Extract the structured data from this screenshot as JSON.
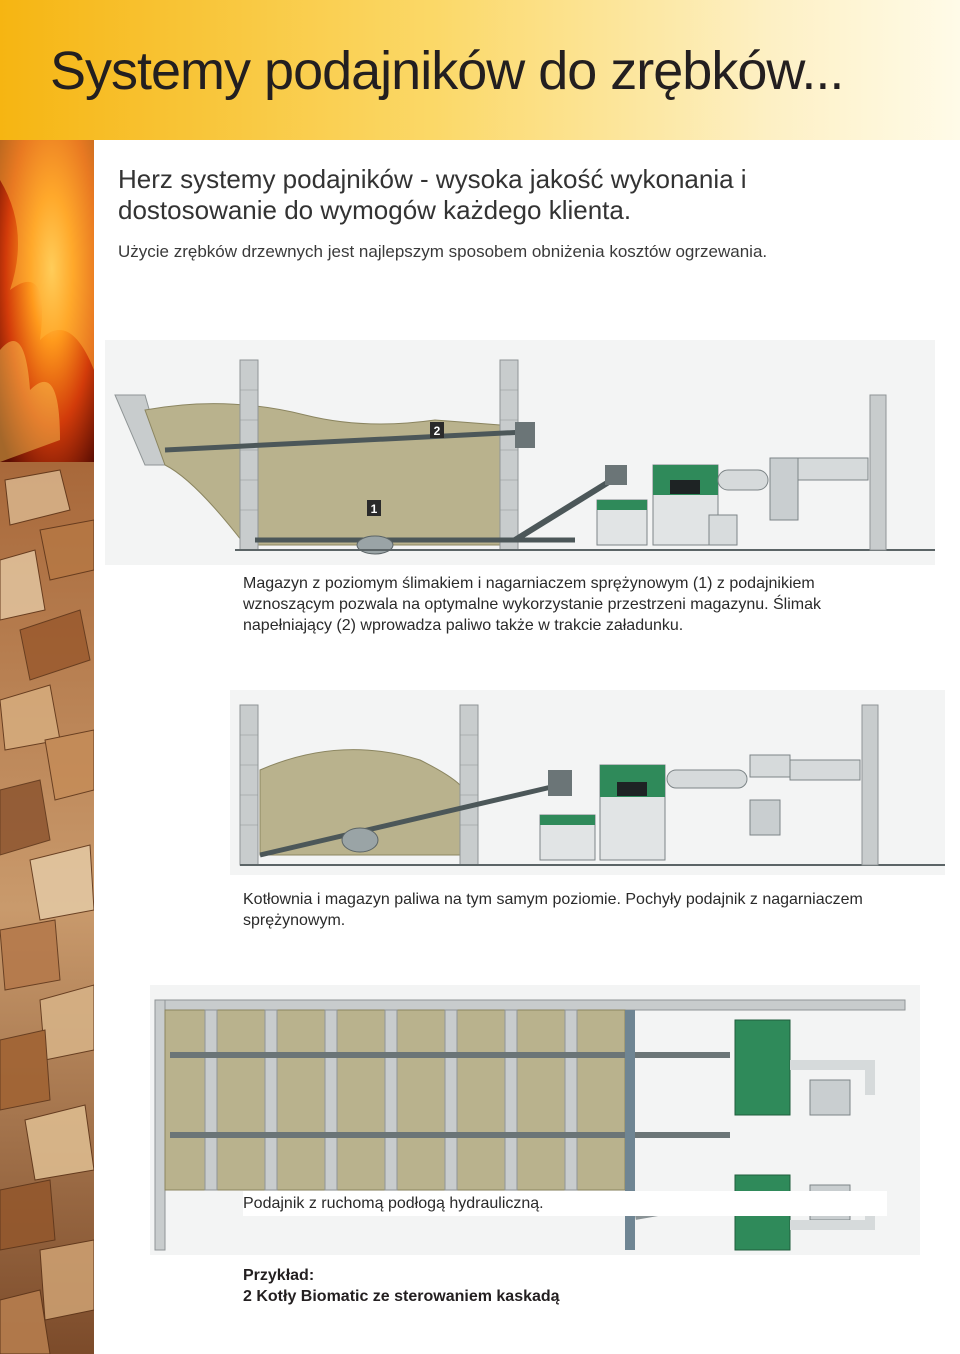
{
  "page_title": "Systemy podajników do zrębków...",
  "intro": {
    "heading": "Herz systemy podajników - wysoka jakość wykonania i dostosowanie do wymogów każdego klienta.",
    "subheading": "Użycie zrębków drzewnych jest najlepszym sposobem obniżenia kosztów ogrzewania."
  },
  "diagram1": {
    "label_1": "1",
    "label_2": "2"
  },
  "captions": {
    "c1": "Magazyn z poziomym ślimakiem i nagarniaczem sprężynowym (1) z podajnikiem wznoszącym pozwala na optymalne wykorzystanie przestrzeni magazynu. Ślimak napełniający (2) wprowadza paliwo także w trakcie załadunku.",
    "c2": "Kotłownia i magazyn paliwa na tym samym poziomie. Pochyły podajnik z nagarniaczem sprężynowym.",
    "c3": "Podajnik z ruchomą podłogą hydrauliczną."
  },
  "example": {
    "label": "Przykład:",
    "text": "2 Kotły Biomatic ze sterowaniem kaskadą"
  },
  "colors": {
    "header_yellow": "#f6b512",
    "boiler_green": "#2f8a5a",
    "wall_gray": "#c8cccd",
    "chips": "#b9b28d"
  }
}
